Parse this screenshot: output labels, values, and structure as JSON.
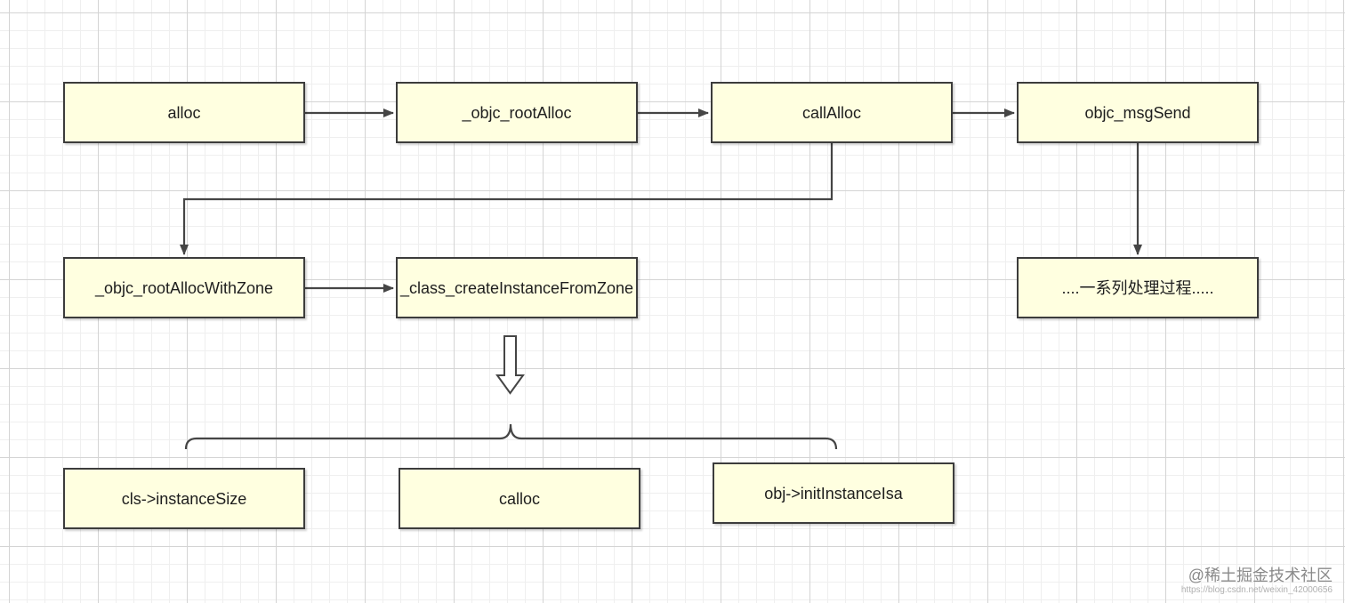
{
  "nodes": {
    "alloc": "alloc",
    "objc_rootAlloc": "_objc_rootAlloc",
    "callAlloc": "callAlloc",
    "objc_msgSend": "objc_msgSend",
    "objc_rootAllocWithZone": "_objc_rootAllocWithZone",
    "class_createInstanceFromZone": "_class_createInstanceFromZone",
    "processing": "....一系列处理过程.....",
    "instanceSize": "cls->instanceSize",
    "calloc": "calloc",
    "initInstanceIsa": "obj->initInstanceIsa"
  },
  "watermark": {
    "text": "@稀土掘金技术社区",
    "url": "https://blog.csdn.net/weixin_42000656"
  },
  "colors": {
    "node_fill": "#ffffe0",
    "node_border": "#3c3c3c",
    "connector": "#454545"
  }
}
